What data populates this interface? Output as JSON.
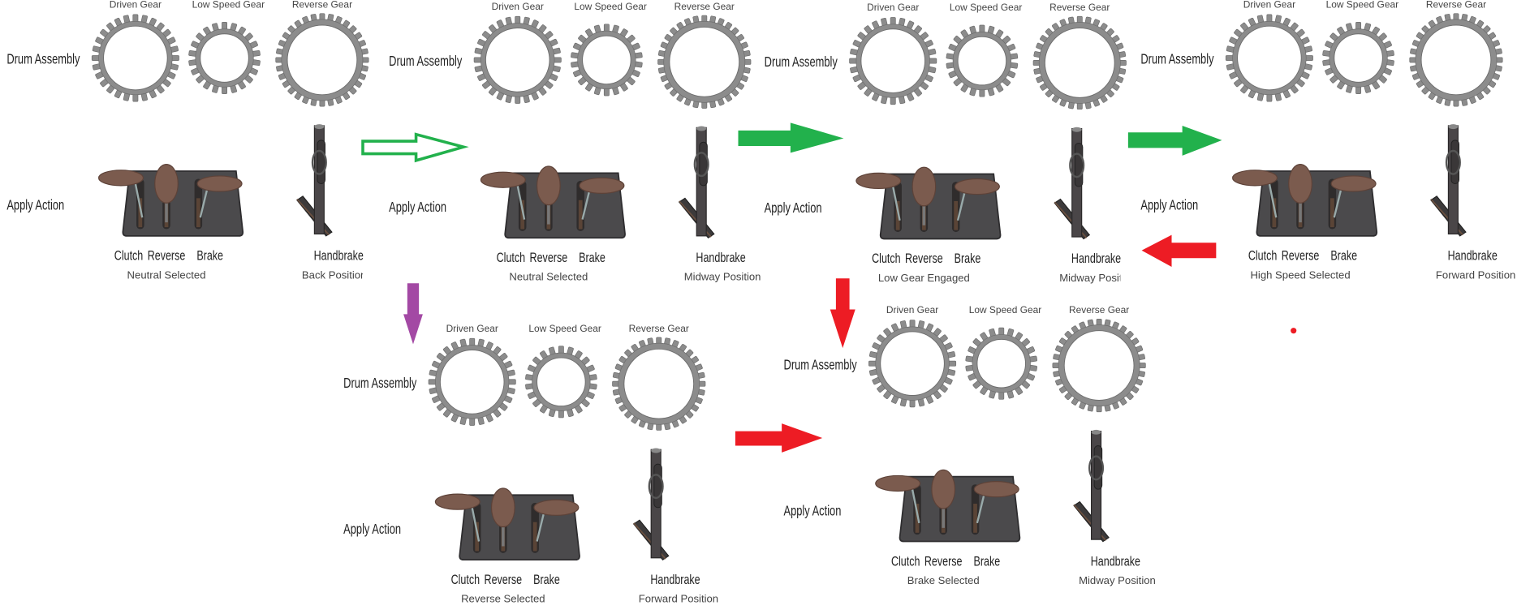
{
  "colors": {
    "gear": "#8c8c8c",
    "gear_edge": "#6e6e6e",
    "plate": "#4b4a4c",
    "knob": "#7b5b4e",
    "rod": "#4a4648",
    "green": "#22b14c",
    "red": "#ed1c24",
    "purple": "#a349a4"
  },
  "panels": [
    {
      "drum_label": "Drum Assembly",
      "apply_label": "Apply Action",
      "gears": [
        "Driven Gear",
        "Low Speed Gear",
        "Reverse Gear"
      ],
      "pedals": [
        "Clutch",
        "Reverse",
        "Brake"
      ],
      "handbrake_label": "Handbrake",
      "status": "Neutral Selected",
      "handbrake_position": "Back Position",
      "handbrake_clipped": true
    },
    {
      "drum_label": "Drum Assembly",
      "apply_label": "Apply Action",
      "gears": [
        "Driven Gear",
        "Low Speed Gear",
        "Reverse Gear"
      ],
      "pedals": [
        "Clutch",
        "Reverse",
        "Brake"
      ],
      "handbrake_label": "Handbrake",
      "status": "Neutral Selected",
      "handbrake_position": "Midway Position",
      "handbrake_clipped": false
    },
    {
      "drum_label": "Drum Assembly",
      "apply_label": "Apply Action",
      "gears": [
        "Driven Gear",
        "Low Speed Gear",
        "Reverse Gear"
      ],
      "pedals": [
        "Clutch",
        "Reverse",
        "Brake"
      ],
      "handbrake_label": "Handbrake",
      "status": "Low Gear Engaged",
      "handbrake_position": "Midway Position",
      "handbrake_clipped": true
    },
    {
      "drum_label": "Drum Assembly",
      "apply_label": "Apply Action",
      "gears": [
        "Driven Gear",
        "Low Speed Gear",
        "Reverse Gear"
      ],
      "pedals": [
        "Clutch",
        "Reverse",
        "Brake"
      ],
      "handbrake_label": "Handbrake",
      "status": "High Speed Selected",
      "handbrake_position": "Forward Position",
      "handbrake_clipped": false
    },
    {
      "drum_label": "Drum Assembly",
      "apply_label": "Apply Action",
      "gears": [
        "Driven Gear",
        "Low Speed Gear",
        "Reverse Gear"
      ],
      "pedals": [
        "Clutch",
        "Reverse",
        "Brake"
      ],
      "handbrake_label": "Handbrake",
      "status": "Reverse Selected",
      "handbrake_position": "Forward Position",
      "handbrake_clipped": false
    },
    {
      "drum_label": "Drum Assembly",
      "apply_label": "Apply Action",
      "gears": [
        "Driven Gear",
        "Low Speed Gear",
        "Reverse Gear"
      ],
      "pedals": [
        "Clutch",
        "Reverse",
        "Brake"
      ],
      "handbrake_label": "Handbrake",
      "status": "Brake Selected",
      "handbrake_position": "Midway Position",
      "handbrake_clipped": false
    }
  ]
}
